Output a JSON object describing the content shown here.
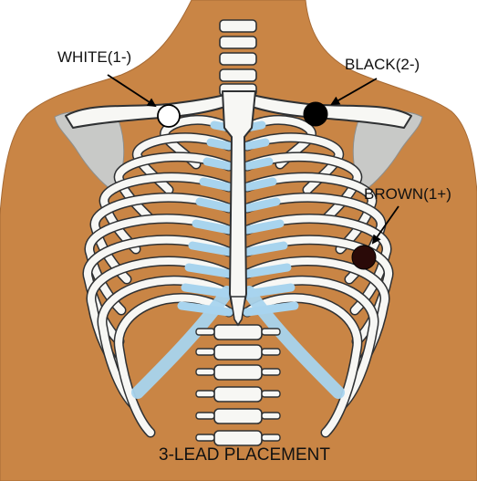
{
  "diagram": {
    "title": "3-LEAD PLACEMENT",
    "leads": [
      {
        "label": "WHITE(1-)",
        "color": "#ffffff",
        "position": "right-infraclavicular"
      },
      {
        "label": "BLACK(2-)",
        "color": "#000000",
        "position": "left-infraclavicular"
      },
      {
        "label": "BROWN(1+)",
        "color": "#2a0a08",
        "position": "left-lower-chest"
      }
    ]
  },
  "colors": {
    "skin": "#c98545",
    "bone": "#f7f7f4",
    "bone_outline": "#2f3133",
    "cartilage": "#a8d4ee",
    "scapula": "#c8c9c7",
    "background": "#ffffff"
  }
}
